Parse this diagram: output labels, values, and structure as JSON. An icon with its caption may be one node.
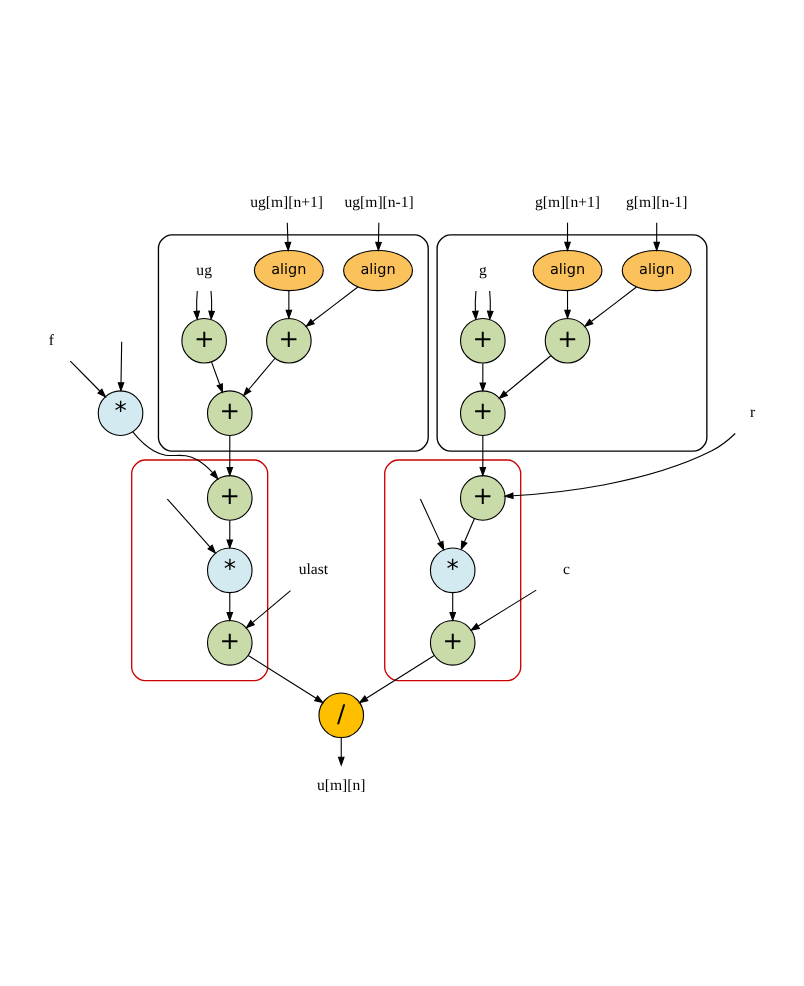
{
  "diagram": {
    "nodes": [
      {
        "text": [
          "ug[m][n+1]"
        ]
      },
      {
        "text": [
          "ug[m][n-1]"
        ]
      },
      {
        "text": [
          "g[m][n+1]"
        ]
      },
      {
        "text": [
          "g[m][n-1]"
        ]
      },
      {
        "text": [],
        "shape": "blob"
      },
      {
        "text": [
          "align"
        ],
        "in": 4
      },
      {
        "text": [
          "align"
        ],
        "in": 4
      },
      {
        "text": [
          "ug"
        ],
        "in": 4
      },
      {
        "text": [
          "+"
        ],
        "in": 4
      },
      {
        "text": [
          "+"
        ],
        "in": 4
      },
      {
        "text": [
          "+"
        ],
        "in": 4
      },
      {
        "text": [],
        "shape": "blob"
      },
      {
        "text": [
          "align"
        ],
        "in": 11
      },
      {
        "text": [
          "align"
        ],
        "in": 11
      },
      {
        "text": [
          "g"
        ],
        "in": 11
      },
      {
        "text": [
          "+"
        ],
        "in": 11
      },
      {
        "text": [
          "+"
        ],
        "in": 11
      },
      {
        "text": [
          "+"
        ],
        "in": 11
      },
      {
        "text": [
          "f"
        ]
      },
      {
        "text": [
          "*"
        ]
      },
      {
        "text": [
          "r"
        ]
      },
      {
        "text": [],
        "shape": "blob"
      },
      {
        "text": [
          "+"
        ],
        "in": 21
      },
      {
        "text": [
          "*"
        ],
        "in": 21
      },
      {
        "text": [
          "+"
        ],
        "in": 21
      },
      {
        "text": [
          "ulast"
        ]
      },
      {
        "text": [],
        "shape": "blob"
      },
      {
        "text": [
          "+"
        ],
        "in": 26
      },
      {
        "text": [
          "*"
        ],
        "in": 26
      },
      {
        "text": [
          "+"
        ],
        "in": 26
      },
      {
        "text": [
          "c"
        ]
      },
      {
        "text": [
          "/"
        ]
      },
      {
        "text": [
          "u[m][n]"
        ]
      }
    ],
    "edges": [
      {
        "from": 0,
        "to": 5,
        "arrow": "to"
      },
      {
        "from": 1,
        "to": 6,
        "arrow": "to"
      },
      {
        "from": 5,
        "to": 8,
        "arrow": "to"
      },
      {
        "from": 6,
        "to": 8,
        "arrow": "to"
      },
      {
        "from": 7,
        "to": 9,
        "arrow": "to"
      },
      {
        "from": 7,
        "to": 9,
        "arrow": "to"
      },
      {
        "from": 8,
        "to": 10,
        "arrow": "to"
      },
      {
        "from": 9,
        "to": 10,
        "arrow": "to"
      },
      {
        "from": null,
        "to": 19,
        "arrow": "to"
      },
      {
        "from": 18,
        "to": 19,
        "arrow": "to"
      },
      {
        "from": 10,
        "to": 22,
        "arrow": "to"
      },
      {
        "from": 19,
        "to": 22,
        "arrow": "to"
      },
      {
        "from": 22,
        "to": 23,
        "arrow": "to"
      },
      {
        "from": null,
        "to": 23,
        "arrow": "to"
      },
      {
        "from": 23,
        "to": 24,
        "arrow": "to"
      },
      {
        "from": 25,
        "to": 24,
        "arrow": "to"
      },
      {
        "from": 2,
        "to": 12,
        "arrow": "to"
      },
      {
        "from": 3,
        "to": 13,
        "arrow": "to"
      },
      {
        "from": 14,
        "to": 15,
        "arrow": "to"
      },
      {
        "from": 14,
        "to": 15,
        "arrow": "to"
      },
      {
        "from": 12,
        "to": 16,
        "arrow": "to"
      },
      {
        "from": 13,
        "to": 16,
        "arrow": "to"
      },
      {
        "from": 15,
        "to": 17,
        "arrow": "to"
      },
      {
        "from": 16,
        "to": 17,
        "arrow": "to"
      },
      {
        "from": 20,
        "to": 27,
        "arrow": "to"
      },
      {
        "from": 17,
        "to": 27,
        "arrow": "to"
      },
      {
        "from": 27,
        "to": 28,
        "arrow": "to"
      },
      {
        "from": null,
        "to": 28,
        "arrow": "to"
      },
      {
        "from": 28,
        "to": 29,
        "arrow": "to"
      },
      {
        "from": 30,
        "to": 29,
        "arrow": "to"
      },
      {
        "from": 24,
        "to": 31,
        "arrow": "to"
      },
      {
        "from": 29,
        "to": 31,
        "arrow": "to"
      },
      {
        "from": 31,
        "to": 32,
        "arrow": "to"
      }
    ]
  }
}
